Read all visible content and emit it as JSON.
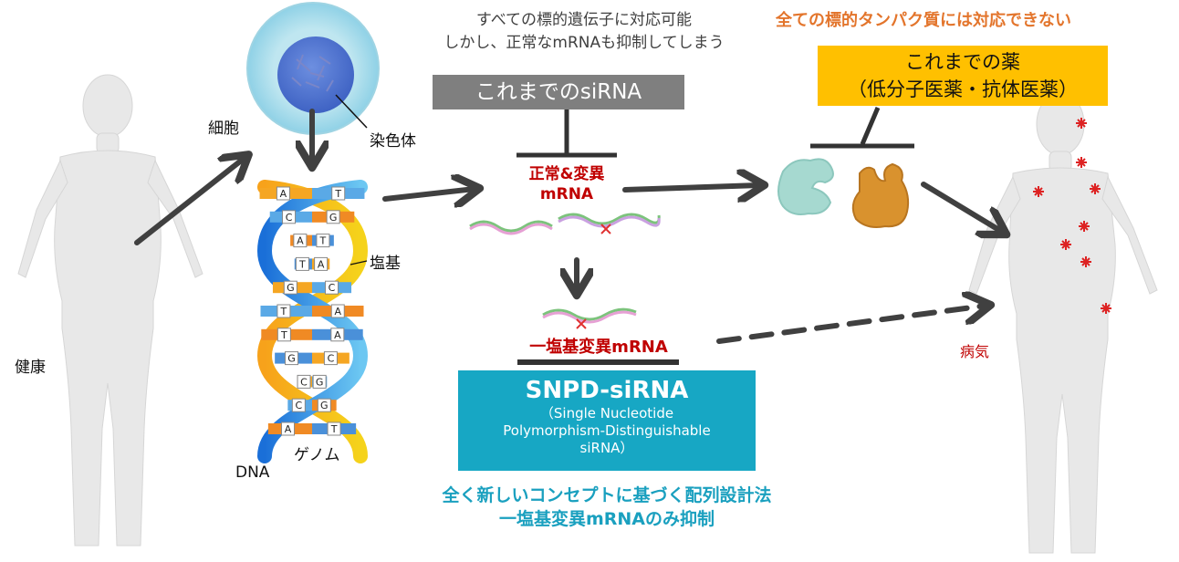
{
  "labels": {
    "healthy": "健康",
    "cell": "細胞",
    "chromosome": "染色体",
    "base": "塩基",
    "genome": "ゲノム",
    "dna": "DNA",
    "disease": "病気"
  },
  "top_note": {
    "line1": "すべての標的遺伝子に対応可能",
    "line2": "しかし、正常なmRNAも抑制してしまう"
  },
  "old_sirna": "これまでのsiRNA",
  "normal_mutant": {
    "line1": "正常&変異",
    "line2": "mRNA"
  },
  "right_note": "全ての標的タンパク質には対応できない",
  "old_drugs": {
    "line1": "これまでの薬",
    "line2": "（低分子医薬・抗体医薬）"
  },
  "snp_mrna": "一塩基変異mRNA",
  "snpd": {
    "title": "SNPD-siRNA",
    "sub1": "（Single Nucleotide",
    "sub2": "Polymorphism-Distinguishable",
    "sub3": "siRNA）"
  },
  "bottom_note": {
    "line1": "全く新しいコンセプトに基づく配列設計法",
    "line2": "一塩基変異mRNAのみ抑制"
  },
  "dna_bases": [
    "A",
    "T",
    "C",
    "G",
    "A",
    "T",
    "T",
    "A",
    "G",
    "C",
    "T",
    "A",
    "T",
    "A",
    "G",
    "C",
    "C",
    "G",
    "C",
    "G",
    "A",
    "T"
  ],
  "colors": {
    "gray_box": "#7f7f7f",
    "orange_box": "#ffc000",
    "teal_box": "#17a7c4",
    "teal_text": "#1aa0bf",
    "orange_text": "#e3752c",
    "red_text": "#c00000",
    "arrow": "#404040",
    "body": "#e6e6e6"
  }
}
